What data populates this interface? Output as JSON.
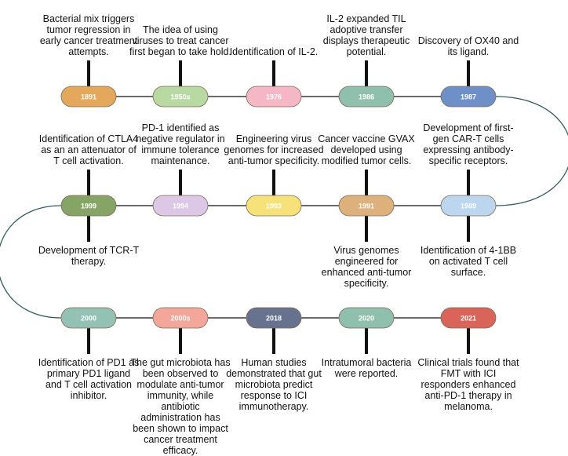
{
  "colors": {
    "line": "#111111",
    "curve": "#2e5d5a"
  },
  "rows": [
    {
      "events": [
        {
          "year": "1891",
          "color": "#e3a85c",
          "text": "Bacterial mix triggers tumor regression in early cancer treatment attempts.",
          "position": "above"
        },
        {
          "year": "1950s",
          "color": "#b9d9a2",
          "text": "The idea of using viruses to treat cancer first began to take hold.",
          "position": "above"
        },
        {
          "year": "1976",
          "color": "#f5b7c6",
          "text": "Identification of IL-2.",
          "position": "above"
        },
        {
          "year": "1986",
          "color": "#8fbfad",
          "text": "IL-2 expanded TIL adoptive transfer displays therapeutic potential.",
          "position": "above"
        },
        {
          "year": "1987",
          "color": "#6f8fc8",
          "text": "Discovery of OX40 and its ligand.",
          "position": "above"
        }
      ]
    },
    {
      "events": [
        {
          "year": "1999",
          "color": "#86a466",
          "text": "Identification of CTLA4 as an an attenuator of T cell activation.",
          "text2": "Development of TCR-T therapy.",
          "position": "both"
        },
        {
          "year": "1994",
          "color": "#dcc7e6",
          "text": "PD-1 identified as negative regulator in immune tolerance maintenance.",
          "position": "above"
        },
        {
          "year": "1993",
          "color": "#f7e27a",
          "text": "Engineering virus genomes for increased anti-tumor specificity.",
          "position": "above"
        },
        {
          "year": "1991",
          "color": "#ddb07c",
          "text": "Cancer vaccine GVAX developed using modified tumor cells.",
          "text2": "Virus genomes engineered for enhanced anti-tumor specificity.",
          "position": "both"
        },
        {
          "year": "1989",
          "color": "#bcd6ef",
          "text": "Development of first-gen CAR-T cells expressing antibody-specific receptors.",
          "text2": "Identification of 4-1BB on activated T cell surface.",
          "position": "both"
        }
      ]
    },
    {
      "events": [
        {
          "year": "2000",
          "color": "#93c1b3",
          "text": "Identification of PD1 as primary PD1 ligand and T cell activation inhibitor.",
          "position": "below"
        },
        {
          "year": "2000s",
          "color": "#f2a79a",
          "text": "The gut microbiota has been observed to modulate anti-tumor immunity, while antibiotic administration has been shown to impact cancer treatment efficacy.",
          "position": "below"
        },
        {
          "year": "2018",
          "color": "#67728f",
          "text": "Human studies demonstrated that gut microbiota predict response to ICI immunotherapy.",
          "position": "below"
        },
        {
          "year": "2020",
          "color": "#8fbfad",
          "text": "Intratumoral bacteria were reported.",
          "position": "below"
        },
        {
          "year": "2021",
          "color": "#d9645a",
          "text": "Clinical trials found that FMT with ICI responders enhanced anti-PD-1 therapy in melanoma.",
          "position": "below"
        }
      ]
    }
  ]
}
